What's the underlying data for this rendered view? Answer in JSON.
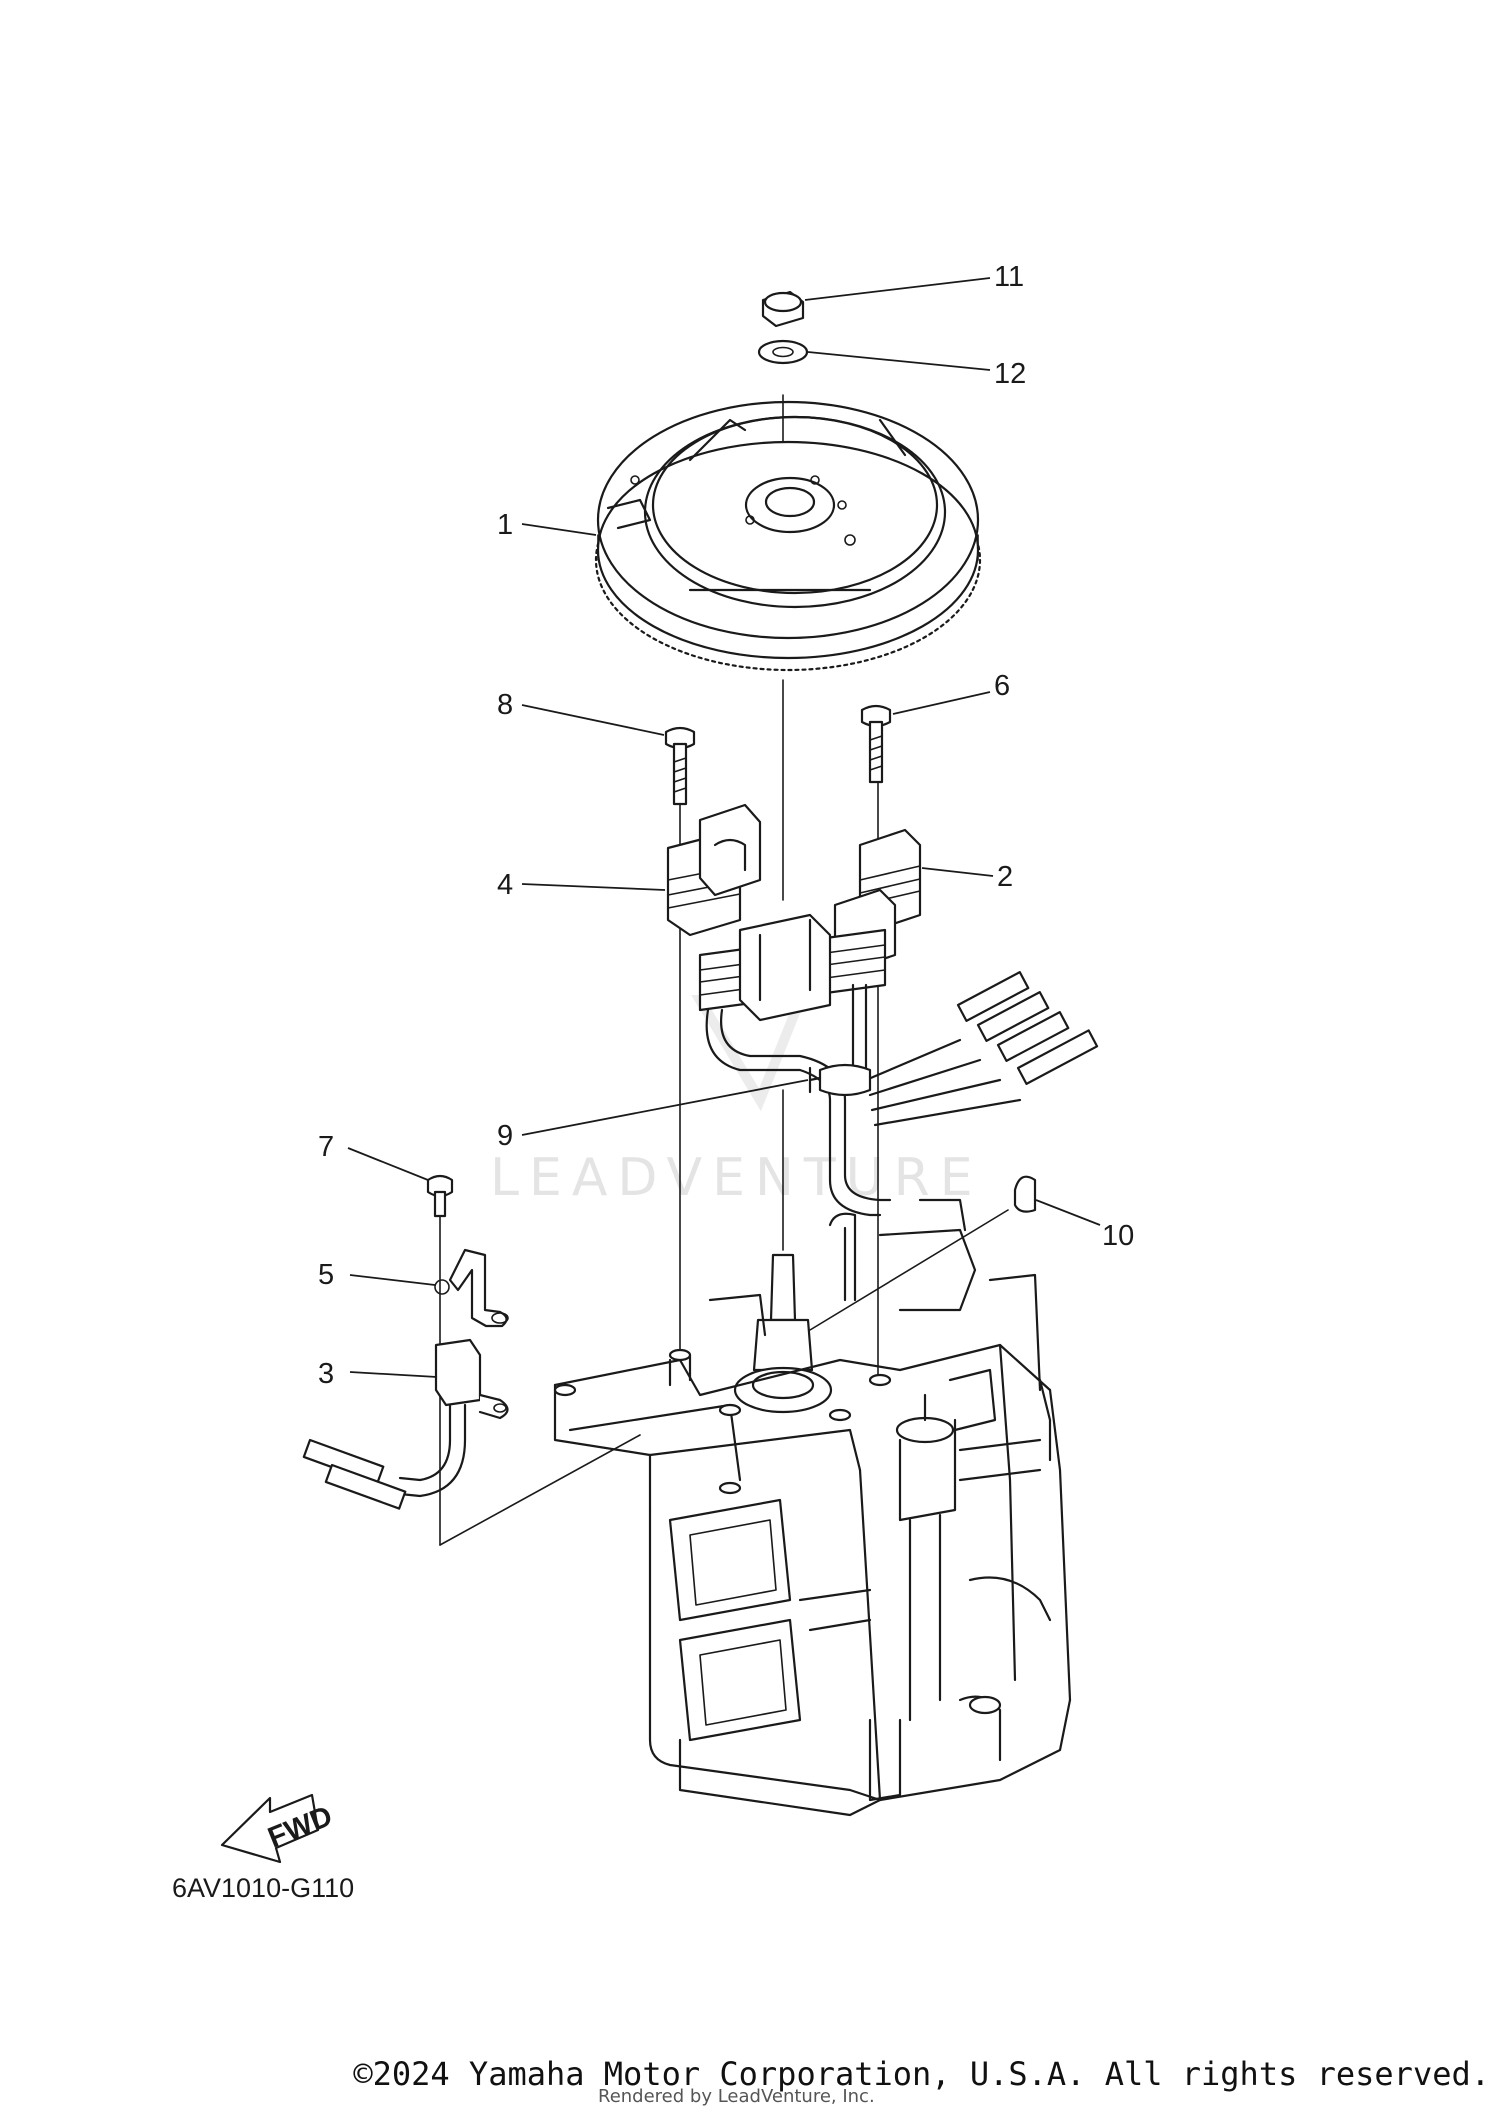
{
  "diagram": {
    "callouts": [
      "1",
      "2",
      "3",
      "4",
      "5",
      "6",
      "7",
      "8",
      "9",
      "10",
      "11",
      "12"
    ],
    "fwd_label": "FWD",
    "diagram_code": "6AV1010-G110",
    "watermark": "LEADVENTURE"
  },
  "footer": {
    "copyright": "©2024 Yamaha Motor Corporation, U.S.A. All rights reserved.",
    "rendered_by": "Rendered by LeadVenture, Inc."
  }
}
